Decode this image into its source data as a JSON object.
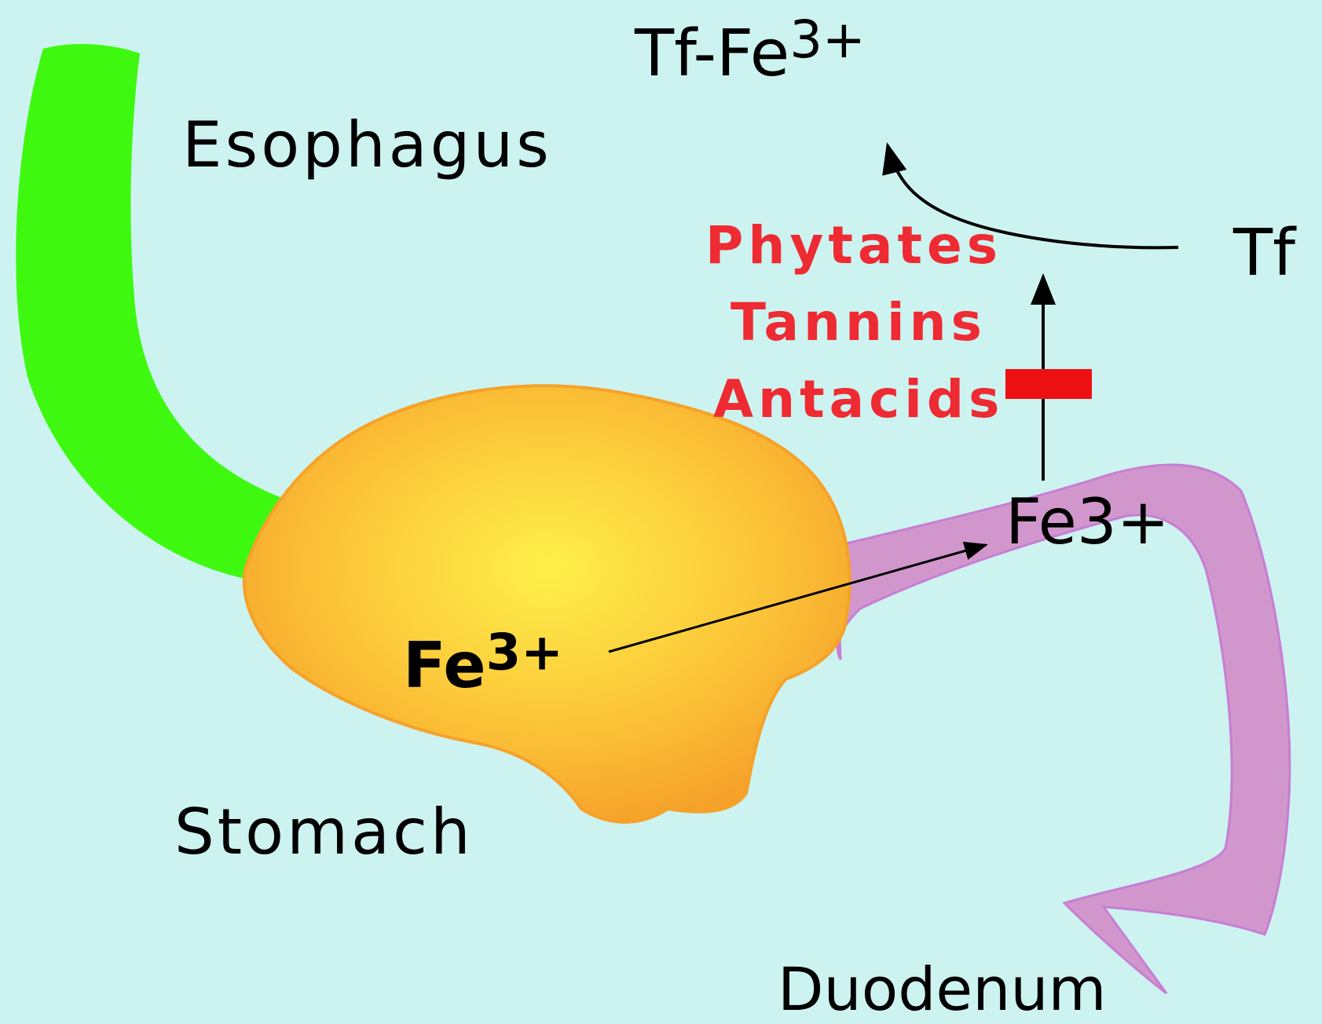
{
  "labels": {
    "esophagus": "Esophagus",
    "stomach": "Stomach",
    "duodenum": "Duodenum",
    "stomach_iron": "Fe",
    "stomach_iron_charge": "3+",
    "duodenum_iron": "Fe",
    "duodenum_iron_charge": "3+",
    "transferrin": "Tf",
    "complex": "Tf-Fe",
    "complex_charge": "3+"
  },
  "inhibitors": [
    "Phytates",
    "Tannins",
    "Antacids"
  ],
  "colors": {
    "background": "#cdf3f0",
    "esophagus": "#3ef90f",
    "stomach_outer": "#f5a22a",
    "stomach_inner": "#fde64a",
    "duodenum": "#d197cc",
    "inhibitor_text": "#ee2a32",
    "inhibitor_bar": "#ee1111"
  }
}
